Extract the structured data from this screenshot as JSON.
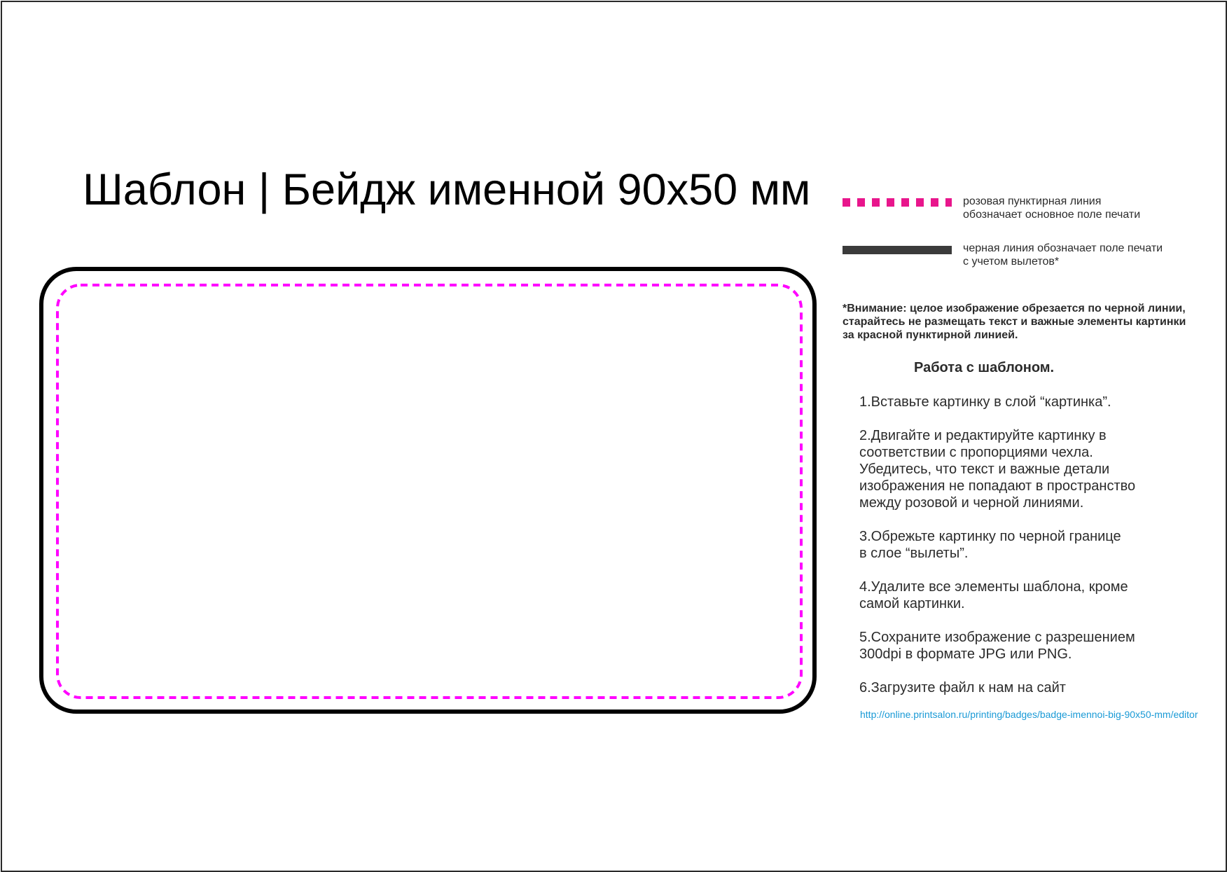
{
  "title": "Шаблон | Бейдж именной 90x50 мм",
  "legend": {
    "pink_text": "розовая пунктирная линия\nобозначает основное поле печати",
    "pink_color": "#e8168c",
    "black_text": "черная линия обозначает поле печати\nс учетом вылетов*",
    "black_color": "#3b3b3b"
  },
  "warning": "*Внимание: целое изображение обрезается по черной линии, старайтесь не размещать текст и важные элементы картинки за красной пунктирной линией.",
  "howto": {
    "title": "Работа с шаблоном.",
    "steps": [
      "1.Вставьте картинку в слой “картинка”.",
      "2.Двигайте и редактируйте картинку в\nсоответствии с пропорциями чехла.\nУбедитесь, что текст и важные детали\nизображения не попадают в пространство\nмежду розовой и черной линиями.",
      "3.Обрежьте картинку по черной границе\nв слое “вылеты”.",
      "4.Удалите все элементы шаблона, кроме\nсамой картинки.",
      "5.Сохраните изображение с разрешением\n300dpi в формате JPG или PNG.",
      "6.Загрузите файл к нам на сайт"
    ],
    "url": "http://online.printsalon.ru/printing/badges/badge-imennoi-big-90x50-mm/editor"
  },
  "colors": {
    "bleed_line": "#000000",
    "print_area_dashed": "#ff00ff",
    "url": "#1a9ad6"
  }
}
